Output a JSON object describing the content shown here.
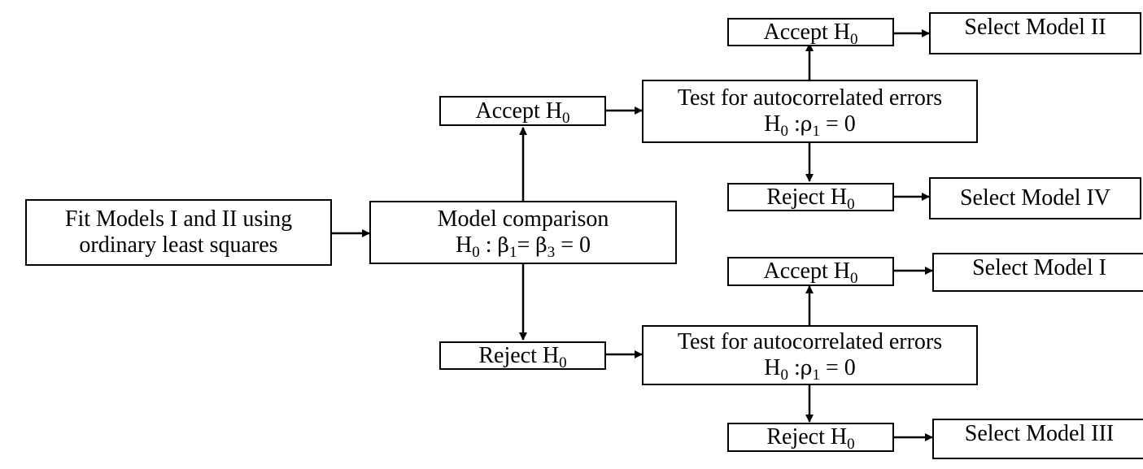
{
  "nodes": {
    "fit": {
      "line1": "Fit Models I and II using",
      "line2": "ordinary least squares"
    },
    "model_comparison": {
      "title": "Model comparison",
      "h": "H",
      "h_sub": "0",
      "sep": " : ",
      "beta1": "β",
      "beta1_sub": "1",
      "eq": "= ",
      "beta3": "β",
      "beta3_sub": "3",
      "tail": " = 0"
    },
    "accept_top": {
      "text": "Accept H",
      "sub": "0"
    },
    "reject_bottom": {
      "text": "Reject H",
      "sub": "0"
    },
    "test_upper": {
      "title": "Test for autocorrelated errors",
      "h": "H",
      "h_sub": "0",
      "sep": " :",
      "rho": "ρ",
      "rho_sub": "1",
      "tail": " = 0"
    },
    "test_lower": {
      "title": "Test for autocorrelated errors",
      "h": "H",
      "h_sub": "0",
      "sep": " :",
      "rho": "ρ",
      "rho_sub": "1",
      "tail": " = 0"
    },
    "accept_ur": {
      "text": "Accept H",
      "sub": "0"
    },
    "reject_ur": {
      "text": "Reject H",
      "sub": "0"
    },
    "accept_lr": {
      "text": "Accept H",
      "sub": "0"
    },
    "reject_lr": {
      "text": "Reject H",
      "sub": "0"
    },
    "select_model_2": {
      "text": "Select Model II"
    },
    "select_model_4": {
      "text": "Select Model IV"
    },
    "select_model_1": {
      "text": "Select Model I"
    },
    "select_model_3": {
      "text": "Select Model III"
    }
  },
  "colors": {
    "stroke": "#000000",
    "background": "#ffffff"
  }
}
